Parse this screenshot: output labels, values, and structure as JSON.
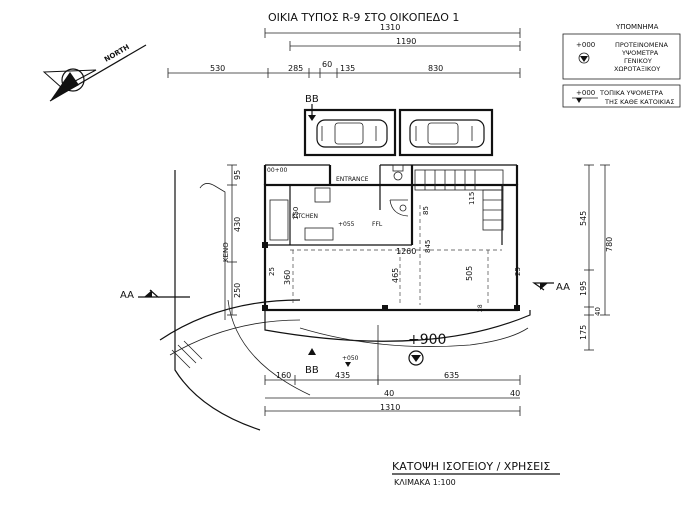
{
  "title": "ΟΙΚΙΑ ΤΥΠΟΣ R-9 ΣΤΟ ΟΙΚΟΠΕΔΟ 1",
  "north_label": "NORTH",
  "legend": {
    "heading": "ΥΠΟΜΝΗΜΑ",
    "items": [
      {
        "symbol": "+000",
        "text": [
          "ΠΡΟΤΕΙΝΟΜΕΝΑ",
          "ΥΨΟΜΕΤΡΑ",
          "ΓΕΝΙΚΟΥ",
          "ΧΩΡΟΤΑΞΙΚΟΥ"
        ]
      },
      {
        "symbol": "+000",
        "text": [
          "ΤΟΠΙΚΑ ΥΨΟΜΕΤΡΑ",
          "ΤΗΣ ΚΑΘΕ ΚΑΤΟΙΚΙΑΣ"
        ]
      }
    ]
  },
  "dimensions": {
    "top_total": "1310",
    "top_sub": "1190",
    "top_parts": [
      "530",
      "285",
      "60",
      "135",
      "830"
    ],
    "left": [
      "95",
      "430",
      "250"
    ],
    "right": [
      "545",
      "195",
      "40",
      "175"
    ],
    "right_total": "780",
    "bottom_parts": [
      "160",
      "435",
      "635"
    ],
    "bottom_small": [
      "40",
      "40"
    ],
    "bottom_total": "1310",
    "inner": [
      "150",
      "115",
      "85",
      "1260",
      "845",
      "360",
      "465",
      "505",
      "25",
      "25",
      "28"
    ]
  },
  "levels": [
    "00+00",
    "+055",
    "+050",
    "+900"
  ],
  "rooms": [
    "ENTRANCE",
    "KITCHEN",
    "KENO",
    "FFL"
  ],
  "section_marks": [
    "AA",
    "AA",
    "BB",
    "BB"
  ],
  "caption": {
    "main": "ΚΑΤΟΨΗ ΙΣΟΓΕΙΟΥ / ΧΡΗΣΕΙΣ",
    "scale": "ΚΛΙΜΑΚΑ 1:100"
  }
}
